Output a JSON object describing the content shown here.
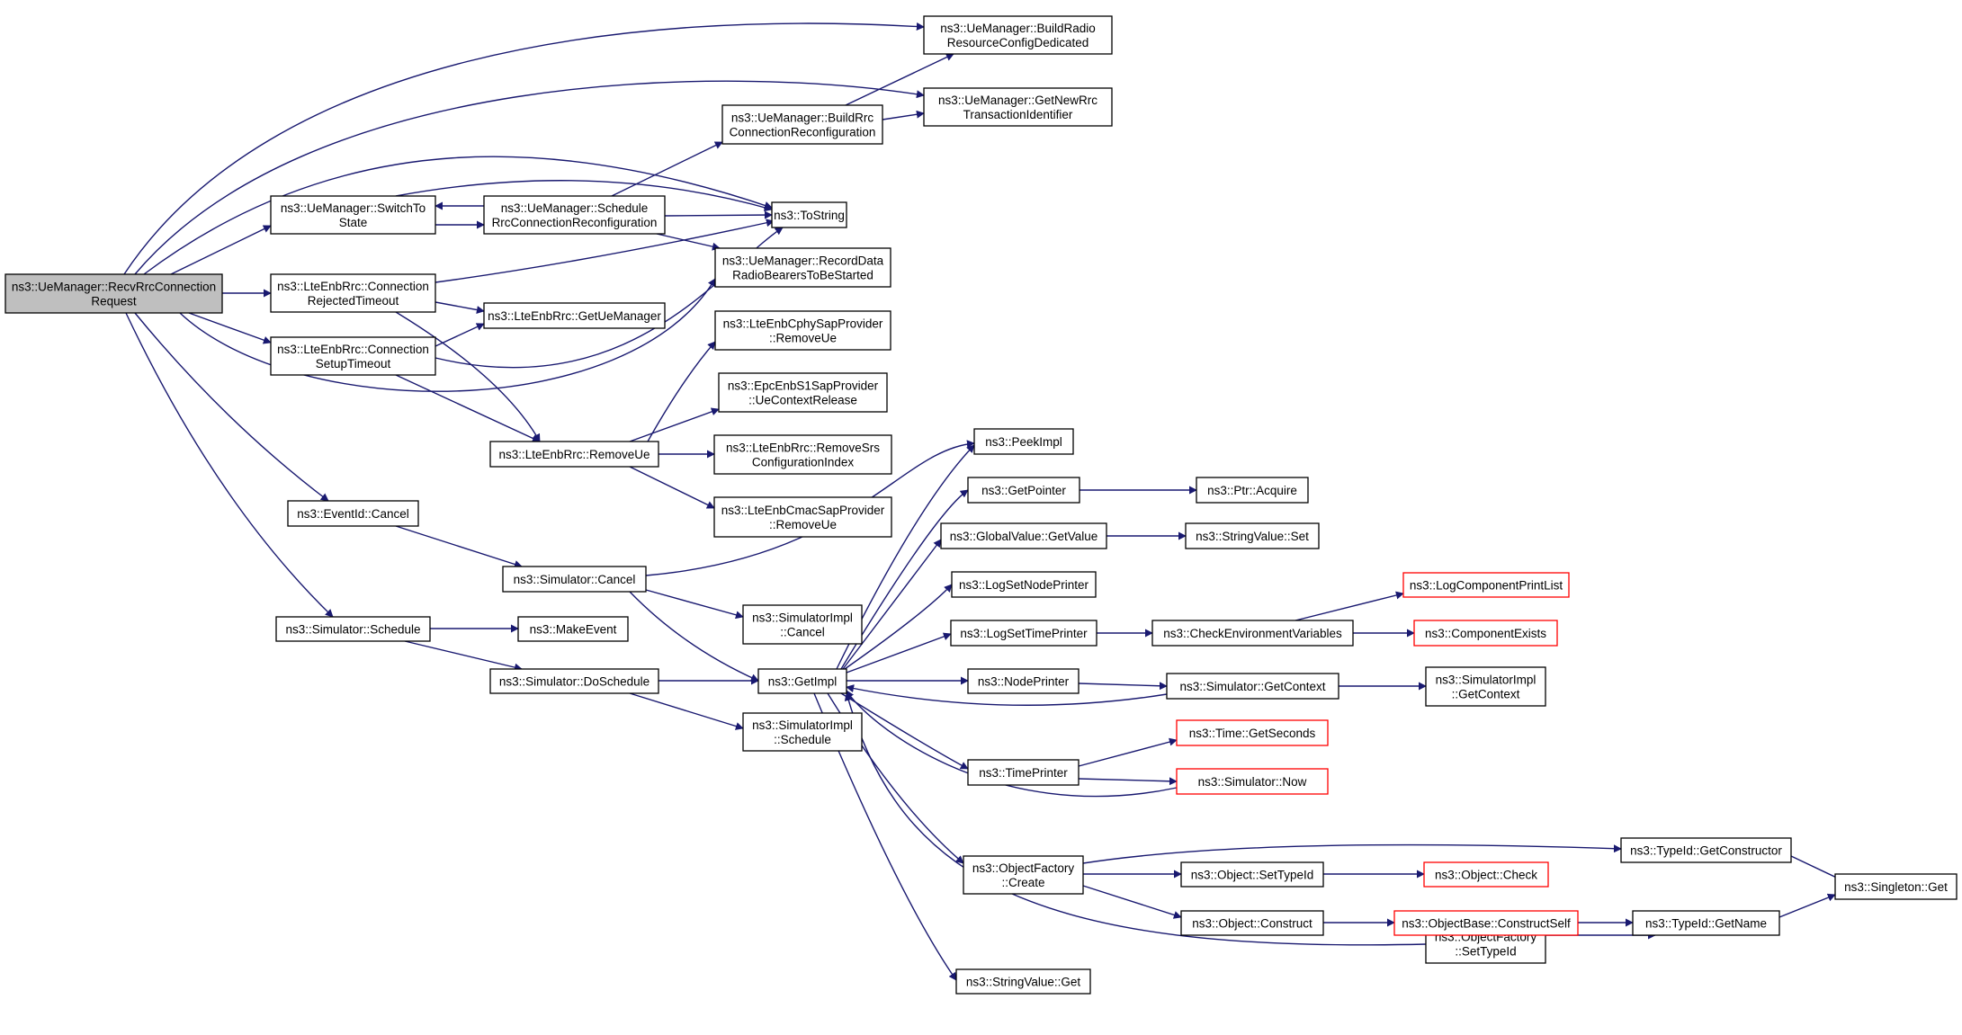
{
  "colors": {
    "edge": "#191970",
    "root_fill": "#bfbfbf",
    "truncated_border": "#ff0000",
    "node_border": "#000000"
  },
  "nodes": [
    {
      "id": "root",
      "label": [
        "ns3::UeManager::RecvRrcConnection",
        "Request"
      ],
      "root": true
    },
    {
      "id": "switchToState",
      "label": [
        "ns3::UeManager::SwitchTo",
        "State"
      ]
    },
    {
      "id": "connRejected",
      "label": [
        "ns3::LteEnbRrc::Connection",
        "RejectedTimeout"
      ]
    },
    {
      "id": "connSetup",
      "label": [
        "ns3::LteEnbRrc::Connection",
        "SetupTimeout"
      ]
    },
    {
      "id": "eventCancel",
      "label": [
        "ns3::EventId::Cancel"
      ]
    },
    {
      "id": "simSchedule",
      "label": [
        "ns3::Simulator::Schedule"
      ]
    },
    {
      "id": "scheduleRrc",
      "label": [
        "ns3::UeManager::Schedule",
        "RrcConnectionReconfiguration"
      ]
    },
    {
      "id": "getUeManager",
      "label": [
        "ns3::LteEnbRrc::GetUeManager"
      ]
    },
    {
      "id": "removeUe",
      "label": [
        "ns3::LteEnbRrc::RemoveUe"
      ]
    },
    {
      "id": "simCancel",
      "label": [
        "ns3::Simulator::Cancel"
      ]
    },
    {
      "id": "makeEvent",
      "label": [
        "ns3::MakeEvent"
      ]
    },
    {
      "id": "doSchedule",
      "label": [
        "ns3::Simulator::DoSchedule"
      ]
    },
    {
      "id": "buildRrc",
      "label": [
        "ns3::UeManager::BuildRrc",
        "ConnectionReconfiguration"
      ]
    },
    {
      "id": "recordData",
      "label": [
        "ns3::UeManager::RecordData",
        "RadioBearersToBeStarted"
      ]
    },
    {
      "id": "cphyRemove",
      "label": [
        "ns3::LteEnbCphySapProvider",
        "::RemoveUe"
      ]
    },
    {
      "id": "s1Release",
      "label": [
        "ns3::EpcEnbS1SapProvider",
        "::UeContextRelease"
      ]
    },
    {
      "id": "removeSrs",
      "label": [
        "ns3::LteEnbRrc::RemoveSrs",
        "ConfigurationIndex"
      ]
    },
    {
      "id": "cmacRemove",
      "label": [
        "ns3::LteEnbCmacSapProvider",
        "::RemoveUe"
      ]
    },
    {
      "id": "implCancel",
      "label": [
        "ns3::SimulatorImpl",
        "::Cancel"
      ]
    },
    {
      "id": "getImpl",
      "label": [
        "ns3::GetImpl"
      ]
    },
    {
      "id": "implSchedule",
      "label": [
        "ns3::SimulatorImpl",
        "::Schedule"
      ]
    },
    {
      "id": "toString",
      "label": [
        "ns3::ToString"
      ]
    },
    {
      "id": "buildRadio",
      "label": [
        "ns3::UeManager::BuildRadio",
        "ResourceConfigDedicated"
      ]
    },
    {
      "id": "getNewRrc",
      "label": [
        "ns3::UeManager::GetNewRrc",
        "TransactionIdentifier"
      ]
    },
    {
      "id": "peekImpl",
      "label": [
        "ns3::PeekImpl"
      ]
    },
    {
      "id": "getPointer",
      "label": [
        "ns3::GetPointer"
      ]
    },
    {
      "id": "gvGetValue",
      "label": [
        "ns3::GlobalValue::GetValue"
      ]
    },
    {
      "id": "logSetNode",
      "label": [
        "ns3::LogSetNodePrinter"
      ]
    },
    {
      "id": "logSetTime",
      "label": [
        "ns3::LogSetTimePrinter"
      ]
    },
    {
      "id": "nodePrinter",
      "label": [
        "ns3::NodePrinter"
      ]
    },
    {
      "id": "timePrinter",
      "label": [
        "ns3::TimePrinter"
      ]
    },
    {
      "id": "ofCreate",
      "label": [
        "ns3::ObjectFactory",
        "::Create"
      ]
    },
    {
      "id": "svGet",
      "label": [
        "ns3::StringValue::Get"
      ]
    },
    {
      "id": "ptrAcquire",
      "label": [
        "ns3::Ptr::Acquire"
      ]
    },
    {
      "id": "svSet",
      "label": [
        "ns3::StringValue::Set"
      ]
    },
    {
      "id": "checkEnv",
      "label": [
        "ns3::CheckEnvironmentVariables"
      ]
    },
    {
      "id": "simGetContext",
      "label": [
        "ns3::Simulator::GetContext"
      ]
    },
    {
      "id": "timeGetSeconds",
      "label": [
        "ns3::Time::GetSeconds"
      ],
      "truncated": true
    },
    {
      "id": "simNow",
      "label": [
        "ns3::Simulator::Now"
      ],
      "truncated": true
    },
    {
      "id": "objSetTypeId",
      "label": [
        "ns3::Object::SetTypeId"
      ]
    },
    {
      "id": "objConstruct",
      "label": [
        "ns3::Object::Construct"
      ]
    },
    {
      "id": "ofSetTypeId",
      "label": [
        "ns3::ObjectFactory",
        "::SetTypeId"
      ]
    },
    {
      "id": "logCompPrint",
      "label": [
        "ns3::LogComponentPrintList"
      ],
      "truncated": true
    },
    {
      "id": "compExists",
      "label": [
        "ns3::ComponentExists"
      ],
      "truncated": true
    },
    {
      "id": "implGetContext",
      "label": [
        "ns3::SimulatorImpl",
        "::GetContext"
      ]
    },
    {
      "id": "objCheck",
      "label": [
        "ns3::Object::Check"
      ],
      "truncated": true
    },
    {
      "id": "obConstructSelf",
      "label": [
        "ns3::ObjectBase::ConstructSelf"
      ],
      "truncated": true
    },
    {
      "id": "typeIdGetConstructor",
      "label": [
        "ns3::TypeId::GetConstructor"
      ]
    },
    {
      "id": "typeIdGetName",
      "label": [
        "ns3::TypeId::GetName"
      ]
    },
    {
      "id": "singletonGet",
      "label": [
        "ns3::Singleton::Get"
      ]
    }
  ],
  "edges": [
    {
      "from": "root",
      "to": "buildRadio"
    },
    {
      "from": "root",
      "to": "getNewRrc"
    },
    {
      "from": "root",
      "to": "toString"
    },
    {
      "from": "root",
      "to": "switchToState"
    },
    {
      "from": "root",
      "to": "connRejected"
    },
    {
      "from": "root",
      "to": "connSetup"
    },
    {
      "from": "root",
      "to": "recordData"
    },
    {
      "from": "root",
      "to": "eventCancel"
    },
    {
      "from": "root",
      "to": "simSchedule"
    },
    {
      "from": "switchToState",
      "to": "scheduleRrc"
    },
    {
      "from": "switchToState",
      "to": "toString"
    },
    {
      "from": "scheduleRrc",
      "to": "switchToState"
    },
    {
      "from": "scheduleRrc",
      "to": "buildRrc"
    },
    {
      "from": "scheduleRrc",
      "to": "toString"
    },
    {
      "from": "scheduleRrc",
      "to": "recordData"
    },
    {
      "from": "buildRrc",
      "to": "buildRadio"
    },
    {
      "from": "buildRrc",
      "to": "getNewRrc"
    },
    {
      "from": "connRejected",
      "to": "getUeManager"
    },
    {
      "from": "connRejected",
      "to": "removeUe"
    },
    {
      "from": "connRejected",
      "to": "toString"
    },
    {
      "from": "connSetup",
      "to": "getUeManager"
    },
    {
      "from": "connSetup",
      "to": "removeUe"
    },
    {
      "from": "connSetup",
      "to": "toString"
    },
    {
      "from": "removeUe",
      "to": "cphyRemove"
    },
    {
      "from": "removeUe",
      "to": "s1Release"
    },
    {
      "from": "removeUe",
      "to": "removeSrs"
    },
    {
      "from": "removeUe",
      "to": "cmacRemove"
    },
    {
      "from": "eventCancel",
      "to": "simCancel"
    },
    {
      "from": "simCancel",
      "to": "implCancel"
    },
    {
      "from": "simCancel",
      "to": "getImpl"
    },
    {
      "from": "simCancel",
      "to": "peekImpl"
    },
    {
      "from": "simSchedule",
      "to": "makeEvent"
    },
    {
      "from": "simSchedule",
      "to": "doSchedule"
    },
    {
      "from": "doSchedule",
      "to": "getImpl"
    },
    {
      "from": "doSchedule",
      "to": "implSchedule"
    },
    {
      "from": "getImpl",
      "to": "peekImpl"
    },
    {
      "from": "getImpl",
      "to": "getPointer"
    },
    {
      "from": "getImpl",
      "to": "gvGetValue"
    },
    {
      "from": "getImpl",
      "to": "logSetNode"
    },
    {
      "from": "getImpl",
      "to": "logSetTime"
    },
    {
      "from": "getImpl",
      "to": "nodePrinter"
    },
    {
      "from": "getImpl",
      "to": "timePrinter"
    },
    {
      "from": "getImpl",
      "to": "ofCreate"
    },
    {
      "from": "getImpl",
      "to": "svGet"
    },
    {
      "from": "getPointer",
      "to": "ptrAcquire"
    },
    {
      "from": "gvGetValue",
      "to": "svSet"
    },
    {
      "from": "logSetTime",
      "to": "checkEnv"
    },
    {
      "from": "checkEnv",
      "to": "logCompPrint"
    },
    {
      "from": "checkEnv",
      "to": "compExists"
    },
    {
      "from": "nodePrinter",
      "to": "simGetContext"
    },
    {
      "from": "simGetContext",
      "to": "implGetContext"
    },
    {
      "from": "simGetContext",
      "to": "getImpl"
    },
    {
      "from": "timePrinter",
      "to": "timeGetSeconds"
    },
    {
      "from": "timePrinter",
      "to": "simNow"
    },
    {
      "from": "simNow",
      "to": "getImpl"
    },
    {
      "from": "ofCreate",
      "to": "typeIdGetConstructor"
    },
    {
      "from": "ofCreate",
      "to": "objSetTypeId"
    },
    {
      "from": "ofCreate",
      "to": "objConstruct"
    },
    {
      "from": "objSetTypeId",
      "to": "objCheck"
    },
    {
      "from": "objConstruct",
      "to": "obConstructSelf"
    },
    {
      "from": "obConstructSelf",
      "to": "typeIdGetName"
    },
    {
      "from": "ofSetTypeId",
      "to": "typeIdGetName"
    },
    {
      "from": "ofSetTypeId",
      "to": "getImpl"
    },
    {
      "from": "typeIdGetConstructor",
      "to": "singletonGet"
    },
    {
      "from": "typeIdGetName",
      "to": "singletonGet"
    }
  ]
}
